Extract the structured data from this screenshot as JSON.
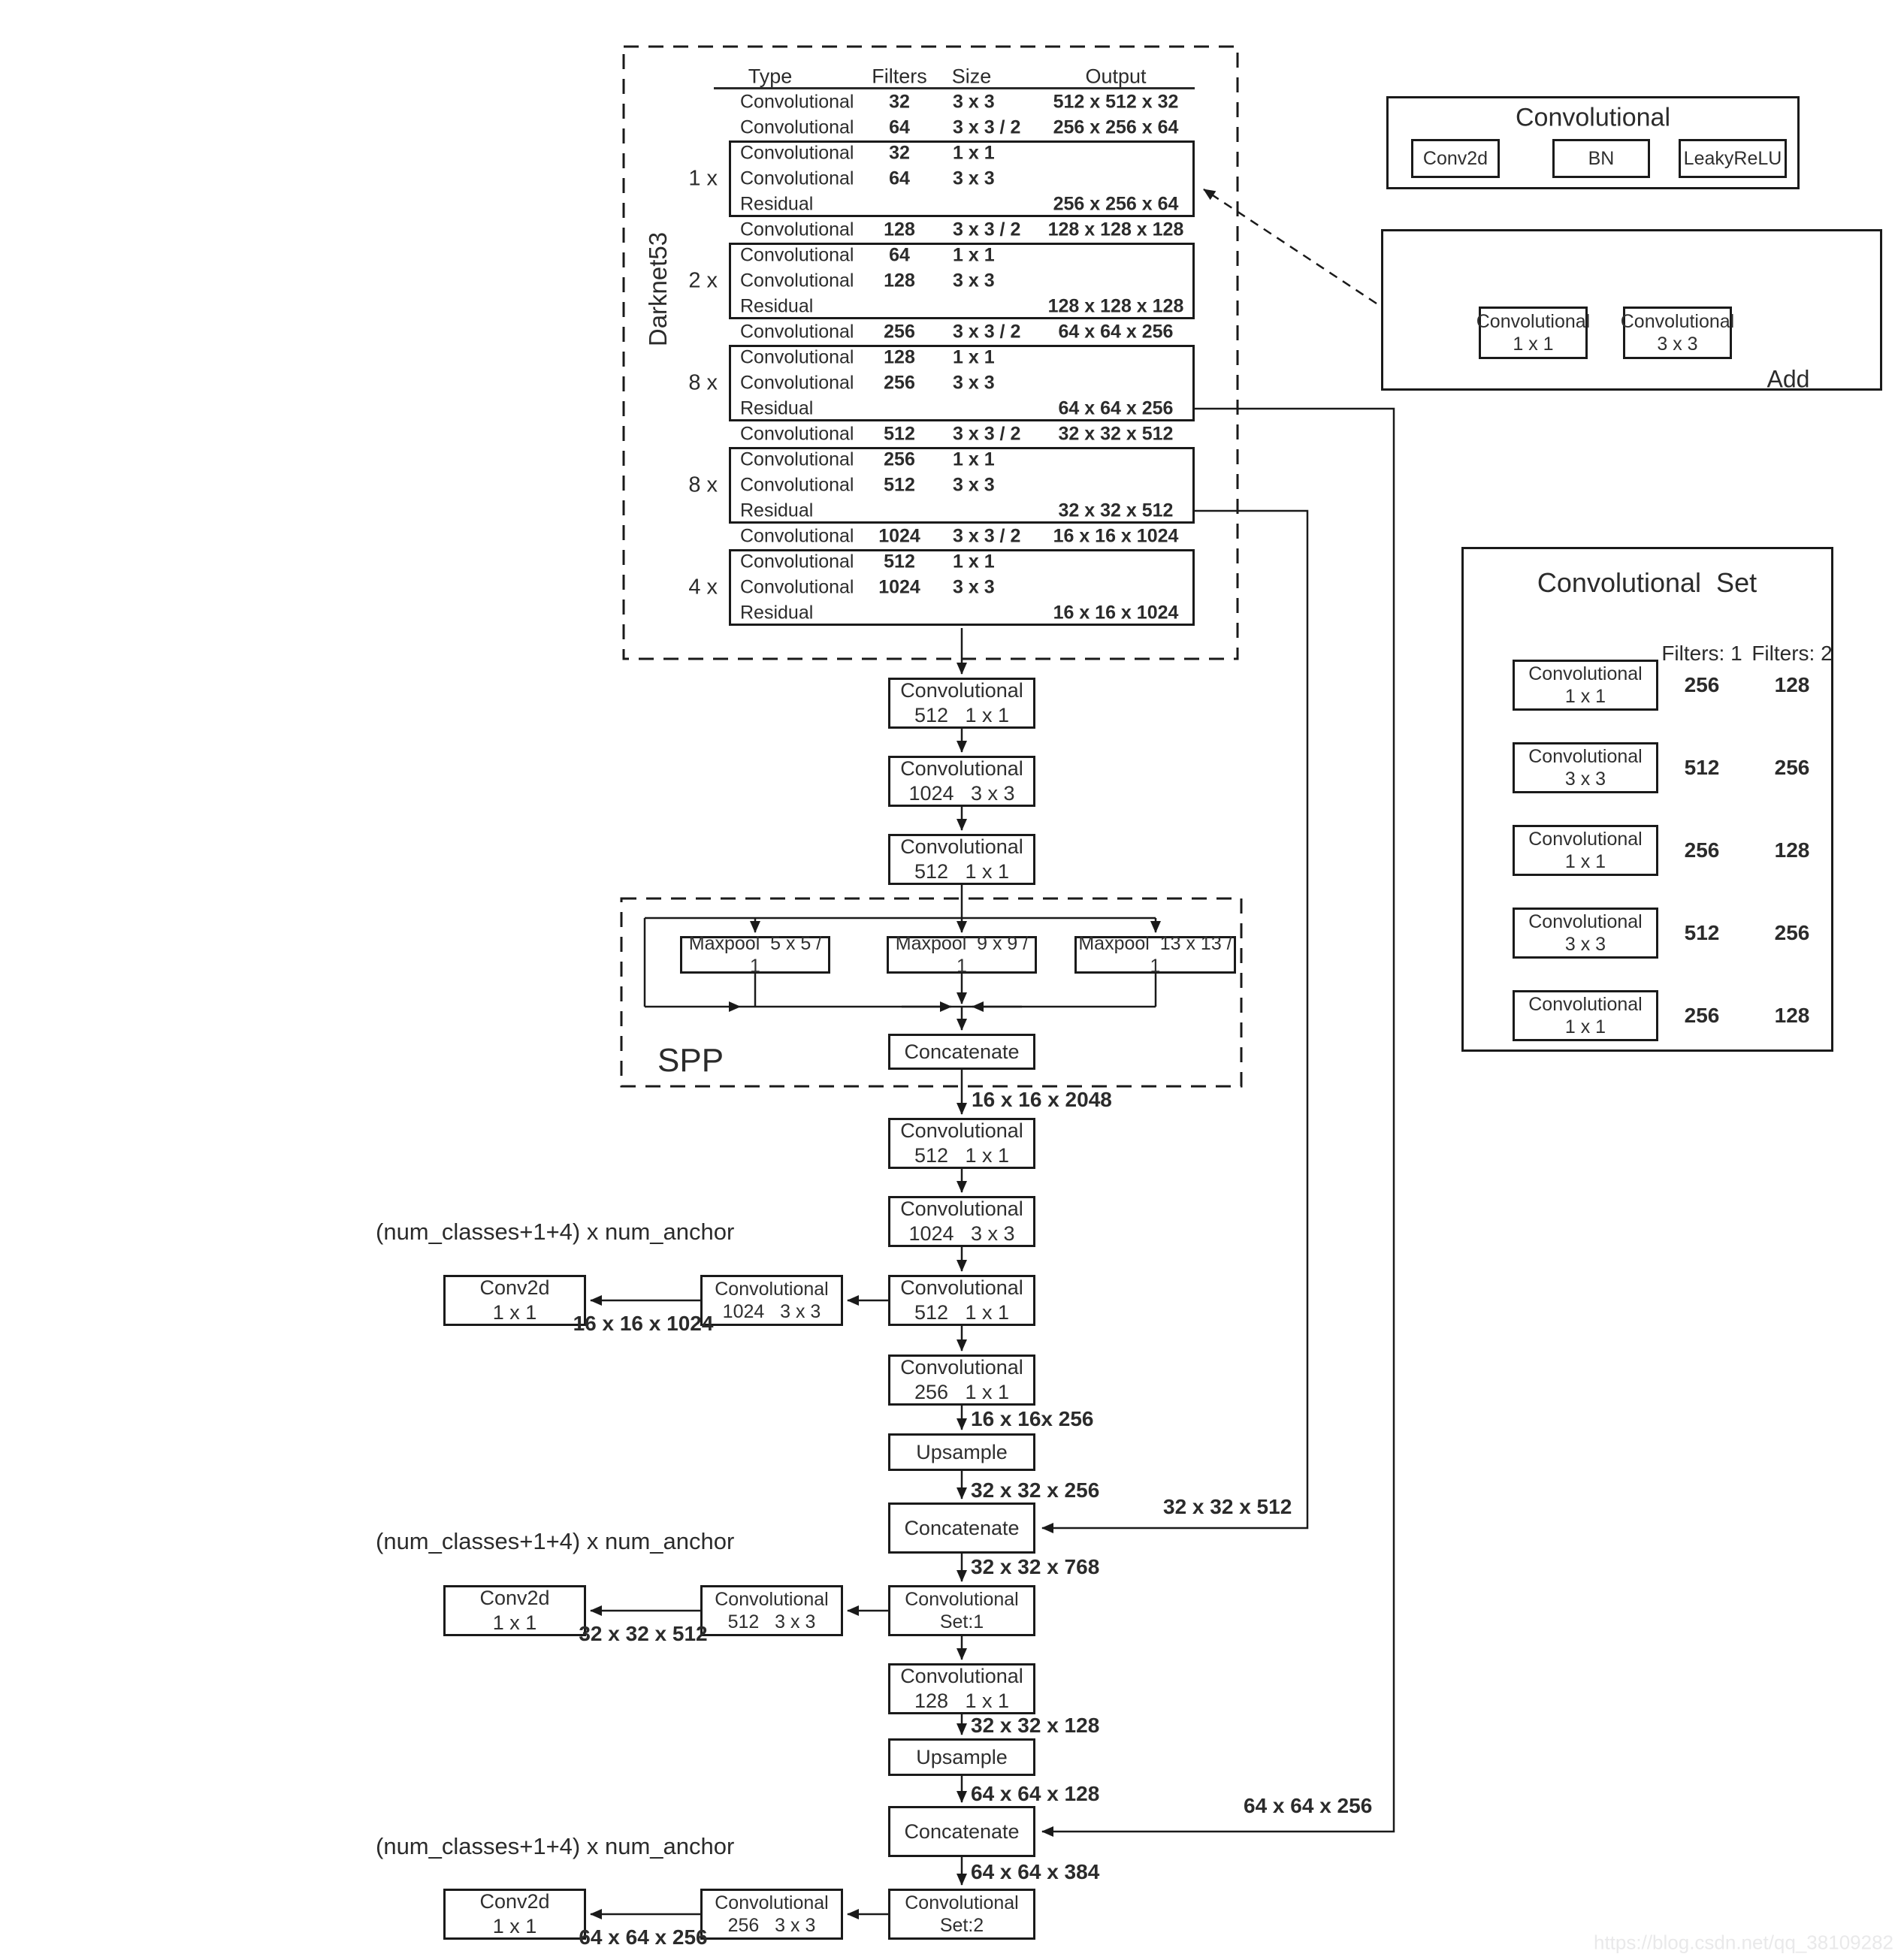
{
  "colors": {
    "ink": "#1a1a1a",
    "watermark": "#e9e9ea"
  },
  "watermark": "https://blog.csdn.net/qq_38109282",
  "darknet": {
    "side_label": "Darknet53",
    "header": {
      "type": "Type",
      "filters": "Filters",
      "size": "Size",
      "output": "Output"
    },
    "sections": [
      {
        "mult": "",
        "boxed": false,
        "rows": [
          {
            "type": "Convolutional",
            "filters": "32",
            "size": "3 x 3",
            "output": "512 x 512 x 32"
          },
          {
            "type": "Convolutional",
            "filters": "64",
            "size": "3 x 3 / 2",
            "output": "256 x 256 x 64"
          }
        ]
      },
      {
        "mult": "1 x",
        "boxed": true,
        "rows": [
          {
            "type": "Convolutional",
            "filters": "32",
            "size": "1 x 1",
            "output": ""
          },
          {
            "type": "Convolutional",
            "filters": "64",
            "size": "3 x 3",
            "output": ""
          },
          {
            "type": "Residual",
            "filters": "",
            "size": "",
            "output": "256 x 256 x 64"
          }
        ]
      },
      {
        "mult": "",
        "boxed": false,
        "rows": [
          {
            "type": "Convolutional",
            "filters": "128",
            "size": "3 x 3 / 2",
            "output": "128 x 128 x 128"
          }
        ]
      },
      {
        "mult": "2 x",
        "boxed": true,
        "rows": [
          {
            "type": "Convolutional",
            "filters": "64",
            "size": "1 x 1",
            "output": ""
          },
          {
            "type": "Convolutional",
            "filters": "128",
            "size": "3 x 3",
            "output": ""
          },
          {
            "type": "Residual",
            "filters": "",
            "size": "",
            "output": "128 x 128 x 128"
          }
        ]
      },
      {
        "mult": "",
        "boxed": false,
        "rows": [
          {
            "type": "Convolutional",
            "filters": "256",
            "size": "3 x 3 / 2",
            "output": "64 x 64 x 256"
          }
        ]
      },
      {
        "mult": "8 x",
        "boxed": true,
        "rows": [
          {
            "type": "Convolutional",
            "filters": "128",
            "size": "1 x 1",
            "output": ""
          },
          {
            "type": "Convolutional",
            "filters": "256",
            "size": "3 x 3",
            "output": ""
          },
          {
            "type": "Residual",
            "filters": "",
            "size": "",
            "output": "64 x 64 x 256"
          }
        ]
      },
      {
        "mult": "",
        "boxed": false,
        "rows": [
          {
            "type": "Convolutional",
            "filters": "512",
            "size": "3 x 3 / 2",
            "output": "32 x 32 x 512"
          }
        ]
      },
      {
        "mult": "8 x",
        "boxed": true,
        "rows": [
          {
            "type": "Convolutional",
            "filters": "256",
            "size": "1 x 1",
            "output": ""
          },
          {
            "type": "Convolutional",
            "filters": "512",
            "size": "3 x 3",
            "output": ""
          },
          {
            "type": "Residual",
            "filters": "",
            "size": "",
            "output": "32 x 32 x 512"
          }
        ]
      },
      {
        "mult": "",
        "boxed": false,
        "rows": [
          {
            "type": "Convolutional",
            "filters": "1024",
            "size": "3 x 3 / 2",
            "output": "16 x 16 x 1024"
          }
        ]
      },
      {
        "mult": "4 x",
        "boxed": true,
        "rows": [
          {
            "type": "Convolutional",
            "filters": "512",
            "size": "1 x 1",
            "output": ""
          },
          {
            "type": "Convolutional",
            "filters": "1024",
            "size": "3 x 3",
            "output": ""
          },
          {
            "type": "Residual",
            "filters": "",
            "size": "",
            "output": "16 x 16 x 1024"
          }
        ]
      }
    ]
  },
  "blocks": {
    "conv-a1": {
      "l1": "Convolutional",
      "l2": "512   1 x 1"
    },
    "conv-a2": {
      "l1": "Convolutional",
      "l2": "1024   3 x 3"
    },
    "conv-a3": {
      "l1": "Convolutional",
      "l2": "512   1 x 1"
    },
    "maxpool-5": {
      "l1": "Maxpool  5 x 5 / 1",
      "l2": ""
    },
    "maxpool-9": {
      "l1": "Maxpool  9 x 9 / 1",
      "l2": ""
    },
    "maxpool-13": {
      "l1": "Maxpool  13 x 13 / 1",
      "l2": ""
    },
    "concat-spp": {
      "l1": "Concatenate",
      "l2": ""
    },
    "conv-b1": {
      "l1": "Convolutional",
      "l2": "512   1 x 1"
    },
    "conv-b2": {
      "l1": "Convolutional",
      "l2": "1024   3 x 3"
    },
    "conv-b3": {
      "l1": "Convolutional",
      "l2": "512   1 x 1"
    },
    "head-conv-1": {
      "l1": "Convolutional",
      "l2": "1024   3 x 3"
    },
    "conv2d-1": {
      "l1": "Conv2d",
      "l2": "1 x 1"
    },
    "conv-c1": {
      "l1": "Convolutional",
      "l2": "256   1 x 1"
    },
    "upsample-1": {
      "l1": "Upsample",
      "l2": ""
    },
    "concat-2": {
      "l1": "Concatenate",
      "l2": ""
    },
    "convset-1": {
      "l1": "Convolutional Set:1",
      "l2": ""
    },
    "head-conv-2": {
      "l1": "Convolutional",
      "l2": "512   3 x 3"
    },
    "conv2d-2": {
      "l1": "Conv2d",
      "l2": "1 x 1"
    },
    "conv-d1": {
      "l1": "Convolutional",
      "l2": "128   1 x 1"
    },
    "upsample-2": {
      "l1": "Upsample",
      "l2": ""
    },
    "concat-3": {
      "l1": "Concatenate",
      "l2": ""
    },
    "convset-2": {
      "l1": "Convolutional Set:2",
      "l2": ""
    },
    "head-conv-3": {
      "l1": "Convolutional",
      "l2": "256   3 x 3"
    },
    "conv2d-3": {
      "l1": "Conv2d",
      "l2": "1 x 1"
    },
    "legend-conv2d": {
      "l1": "Conv2d",
      "l2": ""
    },
    "legend-bn": {
      "l1": "BN",
      "l2": ""
    },
    "legend-leakyrelu": {
      "l1": "LeakyReLU",
      "l2": ""
    },
    "res-conv-1x1": {
      "l1": "Convolutional",
      "l2": "1 x 1"
    },
    "res-conv-3x3": {
      "l1": "Convolutional",
      "l2": "3 x 3"
    },
    "set-conv-1": {
      "l1": "Convolutional",
      "l2": "1 x 1"
    },
    "set-conv-2": {
      "l1": "Convolutional",
      "l2": "3 x 3"
    },
    "set-conv-3": {
      "l1": "Convolutional",
      "l2": "1 x 1"
    },
    "set-conv-4": {
      "l1": "Convolutional",
      "l2": "3 x 3"
    },
    "set-conv-5": {
      "l1": "Convolutional",
      "l2": "1 x 1"
    }
  },
  "labels": {
    "legend-conv-title": "Convolutional",
    "legend-set-title": "Convolutional  Set",
    "spp-title": "SPP",
    "add-label": "Add",
    "filters-col-1": "Filters: 1",
    "filters-col-2": "Filters: 2",
    "set-val-1a": "256",
    "set-val-1b": "128",
    "set-val-2a": "512",
    "set-val-2b": "256",
    "set-val-3a": "256",
    "set-val-3b": "128",
    "set-val-4a": "512",
    "set-val-4b": "256",
    "set-val-5a": "256",
    "set-val-5b": "128",
    "dim-spp-out": "16 x 16 x 2048",
    "anchor-label-1": "(num_classes+1+4) x num_anchor",
    "branch-dim-1": "16 x 16 x 1024",
    "dim-16-256": "16 x 16x 256",
    "dim-32-256": "32 x 32 x 256",
    "feed-dim-512": "32 x 32 x 512",
    "dim-32-768": "32 x 32 x 768",
    "anchor-label-2": "(num_classes+1+4) x num_anchor",
    "branch-dim-2": "32 x 32 x 512",
    "dim-32-128": "32 x 32 x 128",
    "dim-64-128": "64 x 64 x 128",
    "feed-dim-256": "64 x 64 x 256",
    "dim-64-384": "64 x 64 x 384",
    "anchor-label-3": "(num_classes+1+4) x num_anchor",
    "branch-dim-3": "64 x 64 x 256"
  }
}
